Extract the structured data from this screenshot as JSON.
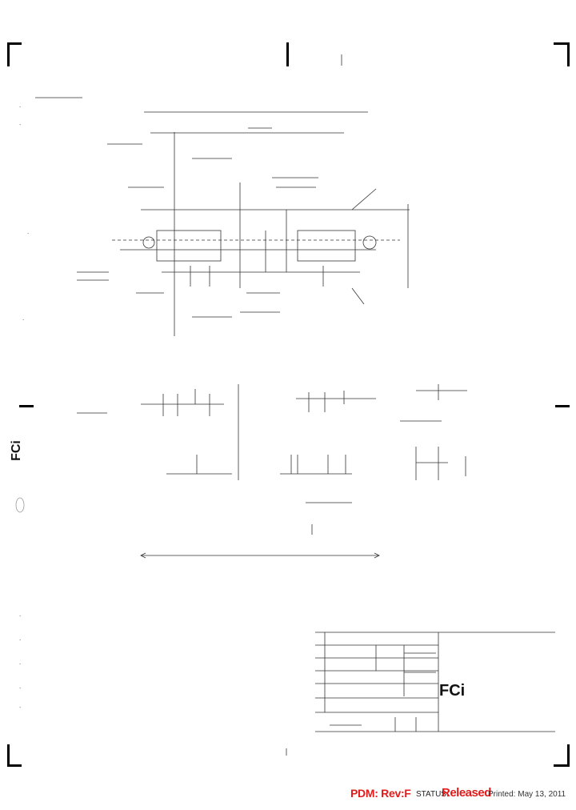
{
  "title_block": {
    "logo_text": "FCi"
  },
  "side_logo": {
    "logo_text": "FCi"
  },
  "status_bar": {
    "pdm": "PDM: Rev:F",
    "status_label": "STATUS:",
    "status_value": "Released",
    "printed": "Printed: May 13, 2011"
  },
  "colors": {
    "accent_red": "#e21b1b",
    "ink": "#111111"
  }
}
